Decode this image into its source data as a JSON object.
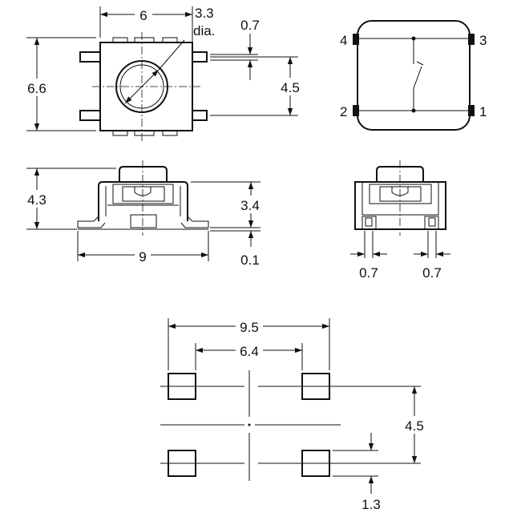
{
  "top_view": {
    "width_label": "6",
    "dia_label": "3.3",
    "dia_suffix": "dia.",
    "height_label": "6.6",
    "pin_width_label": "0.7",
    "pin_pitch_label": "4.5"
  },
  "schematic": {
    "pins": [
      "4",
      "3",
      "2",
      "1"
    ]
  },
  "side_view": {
    "height_label": "4.3",
    "body_height_label": "3.4",
    "width_label": "9",
    "standoff_label": "0.1"
  },
  "end_view": {
    "left_pin_label": "0.7",
    "right_pin_label": "0.7"
  },
  "footprint": {
    "outer_span_label": "9.5",
    "inner_span_label": "6.4",
    "pitch_label": "4.5",
    "pad_height_label": "1.3"
  }
}
